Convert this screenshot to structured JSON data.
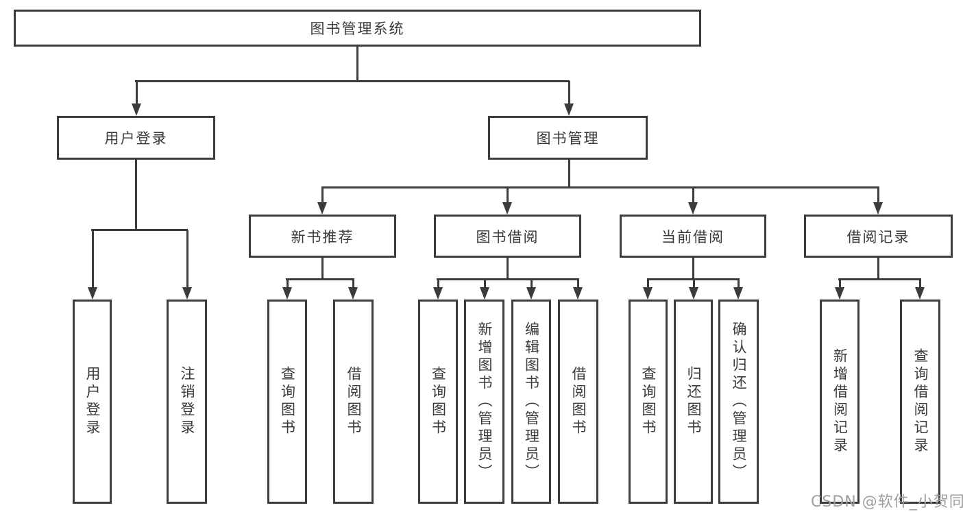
{
  "diagram": {
    "title": "图书管理系统",
    "colors": {
      "line": "#3b3b3b",
      "text": "#3a3a3a",
      "watermark": "#9e9e9e",
      "background": "#ffffff"
    },
    "tree": {
      "root": {
        "label": "图书管理系统"
      },
      "branches": [
        {
          "label": "用户登录",
          "children": [
            {
              "label": "用户登录"
            },
            {
              "label": "注销登录"
            }
          ]
        },
        {
          "label": "图书管理",
          "groups": [
            {
              "label": "新书推荐",
              "children": [
                {
                  "label": "查询图书"
                },
                {
                  "label": "借阅图书"
                }
              ]
            },
            {
              "label": "图书借阅",
              "children": [
                {
                  "label": "查询图书"
                },
                {
                  "label": "新增图书（管理员）"
                },
                {
                  "label": "编辑图书（管理员）"
                },
                {
                  "label": "借阅图书"
                }
              ]
            },
            {
              "label": "当前借阅",
              "children": [
                {
                  "label": "查询图书"
                },
                {
                  "label": "归还图书"
                },
                {
                  "label": "确认归还（管理员）"
                }
              ]
            },
            {
              "label": "借阅记录",
              "children": [
                {
                  "label": "新增借阅记录"
                },
                {
                  "label": "查询借阅记录"
                }
              ]
            }
          ]
        }
      ]
    },
    "watermark": {
      "text": "CSDN @软件_小贺同学"
    }
  }
}
